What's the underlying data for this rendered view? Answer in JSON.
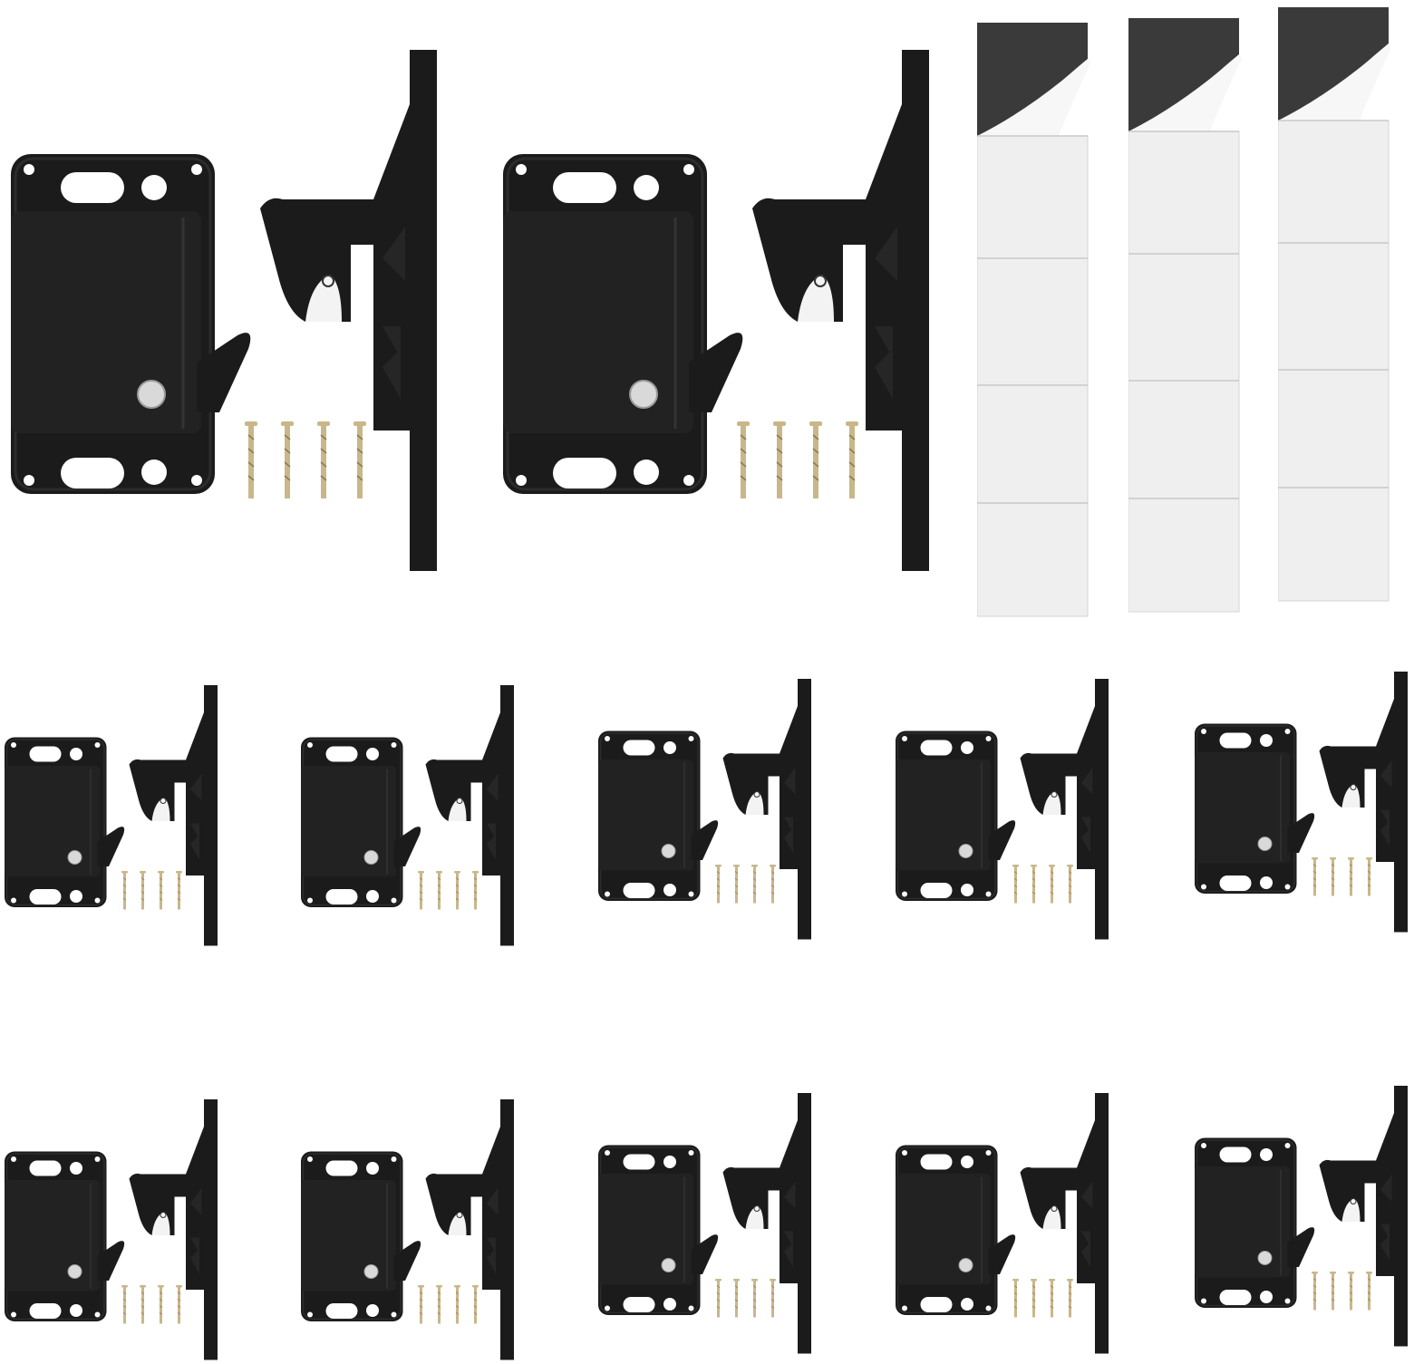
{
  "image": {
    "subject": "product-photo",
    "background_color": "#ffffff"
  },
  "colors": {
    "plastic": "#1b1b1b",
    "plastic_edge": "#2c2c2c",
    "plastic_highlight": "#262626",
    "screw": "#c9b78a",
    "screw_dark": "#8c7a52",
    "button": "#d9d9d9",
    "tape_face": "#efefef",
    "tape_backing": "#3a3a3a",
    "tape_line": "#c8c8c8"
  },
  "counts": {
    "latch_sets_large": 2,
    "tape_strips": 3,
    "latch_sets_small": 10,
    "screws_per_set": 4
  }
}
